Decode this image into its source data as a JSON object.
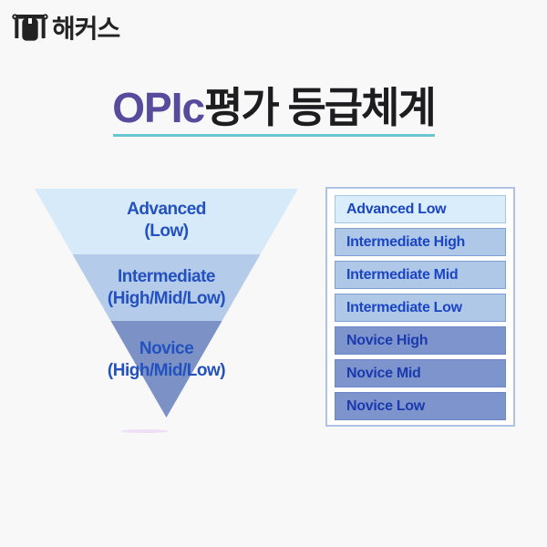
{
  "logo": {
    "icon": "hackers-pillar-icon",
    "text": "해커스"
  },
  "title": {
    "highlight": "OPIc",
    "rest": "평가 등급체계",
    "highlight_color": "#564b9d",
    "text_color": "#1d1d1f",
    "underline_color": "#67c6cf"
  },
  "funnel": {
    "levels": [
      {
        "name": "Advanced",
        "detail": "(Low)",
        "color": "#d6eaf9"
      },
      {
        "name": "Intermediate",
        "detail": "(High/Mid/Low)",
        "color": "#b5cbea"
      },
      {
        "name": "Novice",
        "detail": "(High/Mid/Low)",
        "color": "#7c92c7"
      }
    ],
    "text_color": "#2351be",
    "shadow_color": "#efdef6"
  },
  "grades": {
    "items": [
      {
        "label": "Advanced Low",
        "level": "advanced"
      },
      {
        "label": "Intermediate High",
        "level": "intermediate"
      },
      {
        "label": "Intermediate Mid",
        "level": "intermediate"
      },
      {
        "label": "Intermediate Low",
        "level": "intermediate"
      },
      {
        "label": "Novice High",
        "level": "novice"
      },
      {
        "label": "Novice Mid",
        "level": "novice"
      },
      {
        "label": "Novice Low",
        "level": "novice"
      }
    ],
    "colors": {
      "advanced_fill": "#d9edfb",
      "intermediate_fill": "#afc8e8",
      "novice_fill": "#7e94cd",
      "panel_border": "#aec2e4",
      "text_blue": "#1b45c2"
    }
  }
}
